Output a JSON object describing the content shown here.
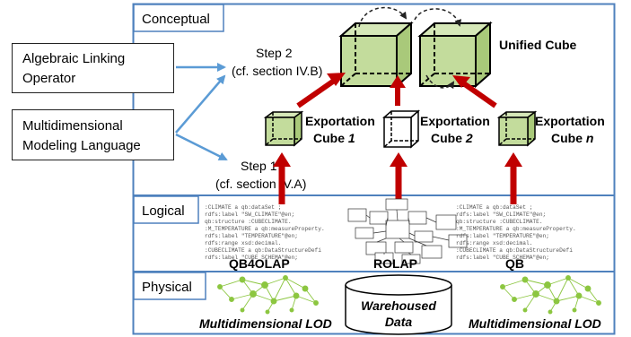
{
  "layers": {
    "conceptual": "Conceptual",
    "logical": "Logical",
    "physical": "Physical"
  },
  "inputs": {
    "algebraic_line1": "Algebraic Linking",
    "algebraic_line2": "Operator",
    "mml_line1": "Multidimensional",
    "mml_line2": "Modeling Language"
  },
  "steps": {
    "step2_label": "Step 2",
    "step2_ref": "(cf. section IV.B)",
    "step1_label": "Step 1",
    "step1_ref": "(cf. section IV.A)"
  },
  "unified_cube": "Unified Cube",
  "export_cubes": [
    {
      "line1": "Exportation",
      "line2_prefix": "Cube ",
      "index": "1"
    },
    {
      "line1": "Exportation",
      "line2_prefix": "Cube ",
      "index": "2"
    },
    {
      "line1": "Exportation",
      "line2_prefix": "Cube ",
      "index": "n"
    }
  ],
  "logical_sources": [
    "QB4OLAP",
    "ROLAP",
    "QB"
  ],
  "qb4olap_code": [
    ":CLIMATE a qb:dataSet ;",
    "  rdfs:label \"SW_CLIMATE\"@en;",
    "  qb:structure :CUBECLIMATE.",
    ":M_TEMPERATURE a qb:measureProperty.",
    "  rdfs:label \"TEMPERATURE\"@en;",
    "  rdfs:range xsd:decimal.",
    ":CUBECLIMATE a qb:DataStructureDefi",
    "  rdfs:label \"CUBE_SCHEMA\"@en;"
  ],
  "qb_code": [
    ":CLIMATE a qb:dataSet ;",
    "  rdfs:label \"SW_CLIMATE\"@en;",
    "  qb:structure :CUBECLIMATE.",
    ":M_TEMPERATURE a qb:measureProperty.",
    "  rdfs:label \"TEMPERATURE\"@en;",
    "  rdfs:range xsd:decimal.",
    ":CUBECLIMATE a qb:DataStructureDefi",
    "  rdfs:label \"CUBE_SCHEMA\"@en;"
  ],
  "physical_sources": {
    "left": "Multidimensional LOD",
    "center_line1": "Warehoused",
    "center_line2": "Data",
    "right": "Multidimensional LOD"
  },
  "colors": {
    "frame_blue": "#4f81bd",
    "arrow_red": "#c00000",
    "arrow_blue": "#5b9bd5",
    "cube_green": "#c3dc9c",
    "graph_green": "#8cc640"
  }
}
